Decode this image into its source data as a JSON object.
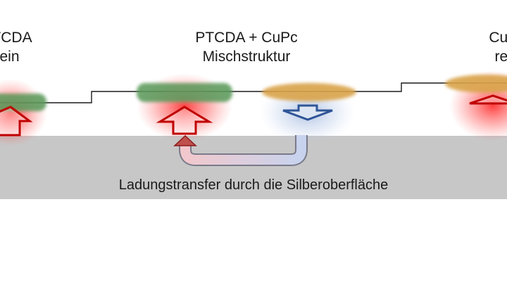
{
  "labels": {
    "left": {
      "line1": "PTCDA",
      "line2": "rein"
    },
    "center": {
      "line1": "PTCDA + CuPc",
      "line2": "Mischstruktur"
    },
    "right": {
      "line1": "CuPc",
      "line2": "rein"
    }
  },
  "caption": "Ladungstransfer durch die Silberoberfläche",
  "colors": {
    "surface": "#c7c7c7",
    "ptcda": "#5b9a5b",
    "cupc": "#d9a34a",
    "charge_up": "#c00000",
    "charge_down": "#2f5597",
    "step_line": "#1a1a1a"
  }
}
